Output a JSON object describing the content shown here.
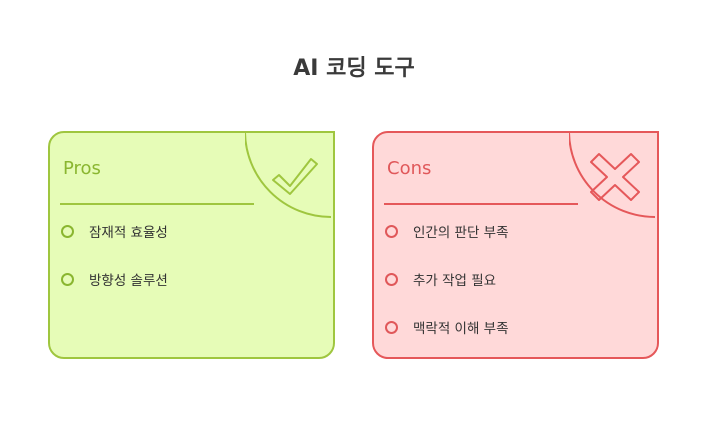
{
  "title": "AI 코딩 도구",
  "pros": {
    "heading": "Pros",
    "icon": "checkmark-icon",
    "accent": "#9fc63f",
    "items": [
      "잠재적 효율성",
      "방향성 솔루션"
    ]
  },
  "cons": {
    "heading": "Cons",
    "icon": "x-mark-icon",
    "accent": "#e5585a",
    "items": [
      "인간의 판단 부족",
      "추가 작업 필요",
      "맥락적 이해 부족"
    ]
  }
}
